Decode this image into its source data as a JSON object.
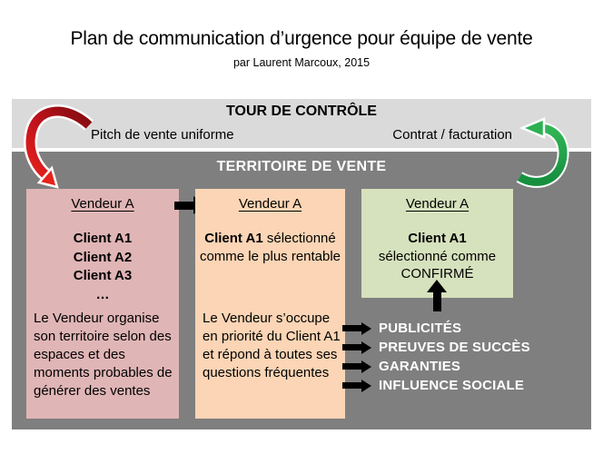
{
  "page": {
    "title": "Plan de communication d’urgence pour équipe de vente",
    "subtitle": "par Laurent Marcoux, 2015"
  },
  "control_tower": {
    "title": "TOUR DE CONTRÔLE",
    "left_label": "Pitch de vente uniforme",
    "right_label": "Contrat / facturation"
  },
  "territory": {
    "title": "TERRITOIRE DE VENTE",
    "boxes": [
      {
        "heading": "Vendeur A",
        "clients": [
          "Client A1",
          "Client A2",
          "Client A3",
          "…"
        ],
        "description": "Le Vendeur organise son territoire selon des espaces et des moments probables de générer des ventes"
      },
      {
        "heading": "Vendeur A",
        "highlight": "Client A1",
        "highlight_rest": " sélectionné comme le plus rentable",
        "description": "Le Vendeur s’occupe en priorité du Client A1 et répond à toutes ses questions fréquentes"
      },
      {
        "heading": "Vendeur A",
        "highlight": "Client A1",
        "lines": [
          "sélectionné comme",
          "CONFIRMÉ"
        ]
      }
    ],
    "bullets": [
      "PUBLICITÉS",
      "PREUVES DE SUCCÈS",
      "GARANTIES",
      "INFLUENCE SOCIALE"
    ]
  },
  "icons": {
    "red_curved_arrow": "curved-arrow-down-left",
    "green_curved_arrow": "curved-arrow-up-left",
    "flow_arrow": "arrow-right",
    "confirm_arrow": "arrow-up",
    "bullet_arrow": "arrow-right"
  },
  "colors": {
    "control_bar_bg": "#DADADA",
    "territory_bg": "#7F7F7F",
    "box_prospect_bg": "#E0B5B6",
    "box_priority_bg": "#FBD5B5",
    "box_confirmed_bg": "#D6E1BD",
    "red_arrow_dark": "#7F0C10",
    "red_arrow_bright": "#E5231B",
    "green_arrow_dark": "#168F3E",
    "green_arrow_bright": "#31B556",
    "arrow_black": "#000000",
    "bullet_text": "#FFFFFF"
  }
}
